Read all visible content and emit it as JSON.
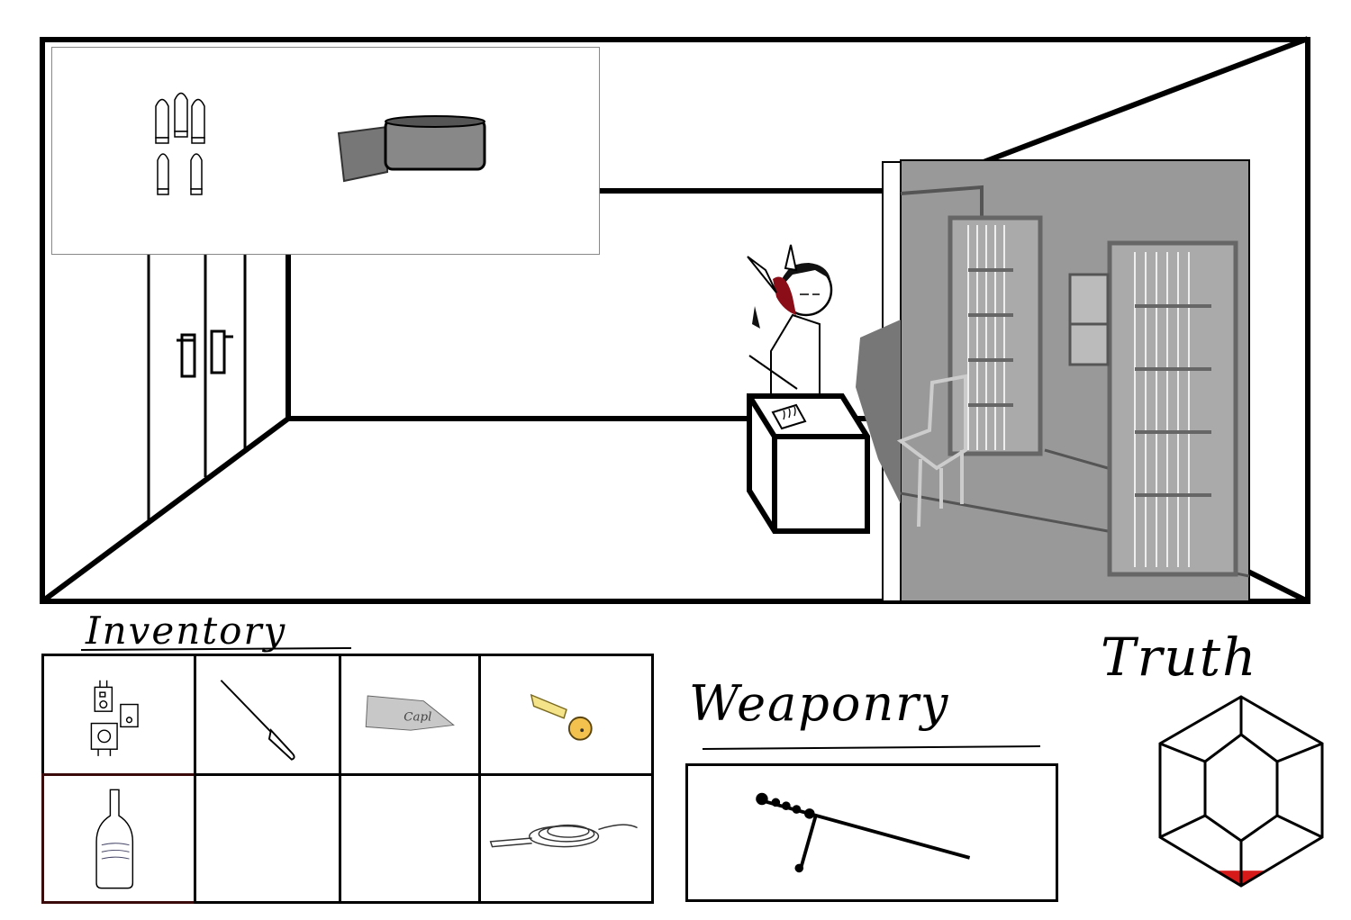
{
  "labels": {
    "inventory": "Inventory",
    "weaponry": "Weaponry",
    "truth": "Truth"
  },
  "scene": {
    "popup_items": [
      "bullets",
      "duct-tape"
    ],
    "desk_note": "note",
    "character": "player-character"
  },
  "inventory": {
    "slots": [
      {
        "item": "circuit-components",
        "text": ""
      },
      {
        "item": "screwdriver",
        "text": ""
      },
      {
        "item": "cloth-tag",
        "text": "Capl"
      },
      {
        "item": "key",
        "text": ""
      },
      {
        "item": "bottle",
        "text": ""
      },
      {
        "item": "empty",
        "text": ""
      },
      {
        "item": "empty",
        "text": ""
      },
      {
        "item": "rope",
        "text": ""
      }
    ]
  },
  "weaponry": {
    "item": "cane-sword"
  },
  "truth": {
    "fill_fraction": 0.08
  },
  "colors": {
    "gem_fill": "#d61a1a",
    "shadow_panel": "#999999",
    "key_gold": "#f2c14e",
    "hair_red": "#8b0d18"
  }
}
